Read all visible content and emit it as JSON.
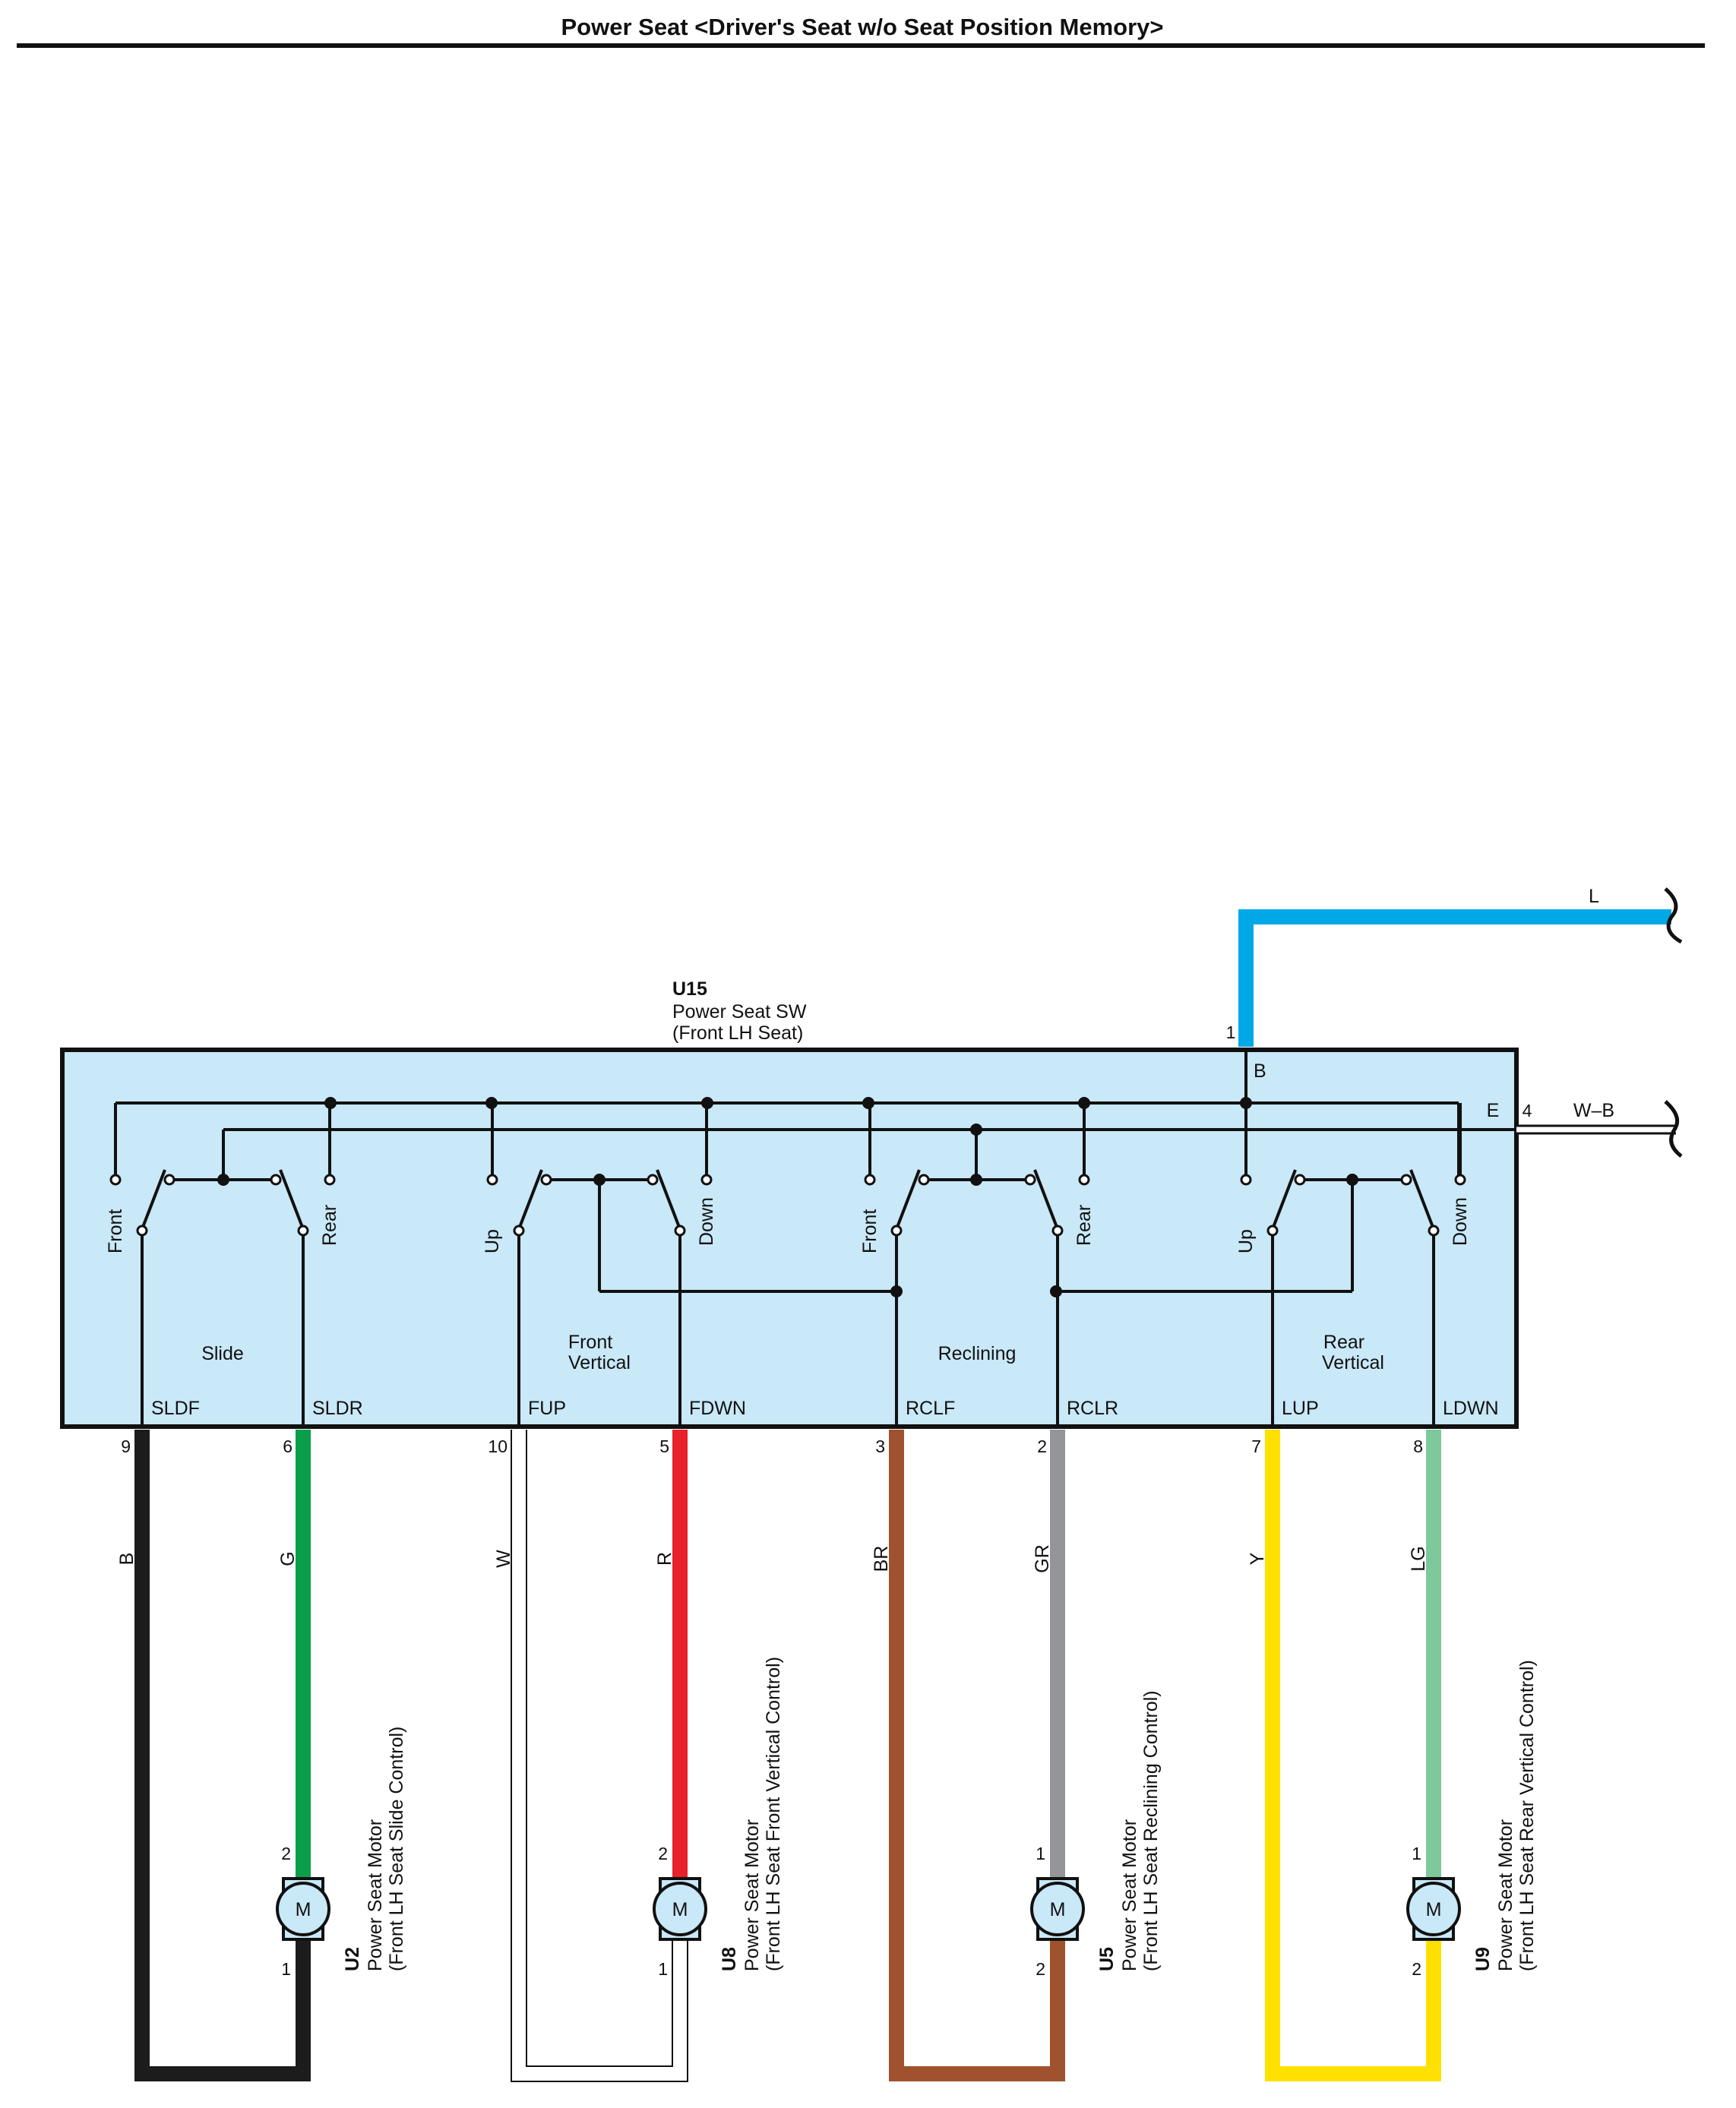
{
  "title": "Power Seat <Driver's Seat w/o Seat Position Memory>",
  "colors": {
    "box_fill": "#c9e8f8",
    "motor_fill": "#c9e8f8",
    "B": "#1c1c1c",
    "G": "#0a9e4a",
    "W": "#ffffff",
    "R": "#e8212a",
    "BR": "#a0512d",
    "GR": "#939598",
    "Y": "#ffe000",
    "LG": "#7ec89a",
    "L": "#00a8e8"
  },
  "switch": {
    "id": "U15",
    "name": "Power Seat SW",
    "location": "(Front LH Seat)",
    "power_pin": "1",
    "power_terminal": "B",
    "power_wire": "L",
    "ground_terminal": "E",
    "ground_pin": "4",
    "ground_wire": "W–B",
    "groups": [
      {
        "name_line1": "Slide",
        "name_line2": "",
        "left_pos": "Front",
        "right_pos": "Rear",
        "left_term": "SLDF",
        "right_term": "SLDR"
      },
      {
        "name_line1": "Front",
        "name_line2": "Vertical",
        "left_pos": "Up",
        "right_pos": "Down",
        "left_term": "FUP",
        "right_term": "FDWN"
      },
      {
        "name_line1": "Reclining",
        "name_line2": "",
        "left_pos": "Front",
        "right_pos": "Rear",
        "left_term": "RCLF",
        "right_term": "RCLR"
      },
      {
        "name_line1": "Rear",
        "name_line2": "Vertical",
        "left_pos": "Up",
        "right_pos": "Down",
        "left_term": "LUP",
        "right_term": "LDWN"
      }
    ]
  },
  "circuits": [
    {
      "left_pin": "9",
      "left_wire": "B",
      "right_pin": "6",
      "right_wire": "G",
      "motor_top_pin": "2",
      "motor_bottom_pin": "1",
      "motor_symbol": "M",
      "motor_id": "U2",
      "motor_name": "Power Seat Motor",
      "motor_desc": "(Front LH Seat Slide Control)"
    },
    {
      "left_pin": "10",
      "left_wire": "W",
      "right_pin": "5",
      "right_wire": "R",
      "motor_top_pin": "2",
      "motor_bottom_pin": "1",
      "motor_symbol": "M",
      "motor_id": "U8",
      "motor_name": "Power Seat Motor",
      "motor_desc": "(Front LH Seat Front Vertical Control)"
    },
    {
      "left_pin": "3",
      "left_wire": "BR",
      "right_pin": "2",
      "right_wire": "GR",
      "motor_top_pin": "1",
      "motor_bottom_pin": "2",
      "motor_symbol": "M",
      "motor_id": "U5",
      "motor_name": "Power Seat Motor",
      "motor_desc": "(Front LH Seat Reclining Control)"
    },
    {
      "left_pin": "7",
      "left_wire": "Y",
      "right_pin": "8",
      "right_wire": "LG",
      "motor_top_pin": "1",
      "motor_bottom_pin": "2",
      "motor_symbol": "M",
      "motor_id": "U9",
      "motor_name": "Power Seat Motor",
      "motor_desc": "(Front LH Seat Rear Vertical Control)"
    }
  ]
}
